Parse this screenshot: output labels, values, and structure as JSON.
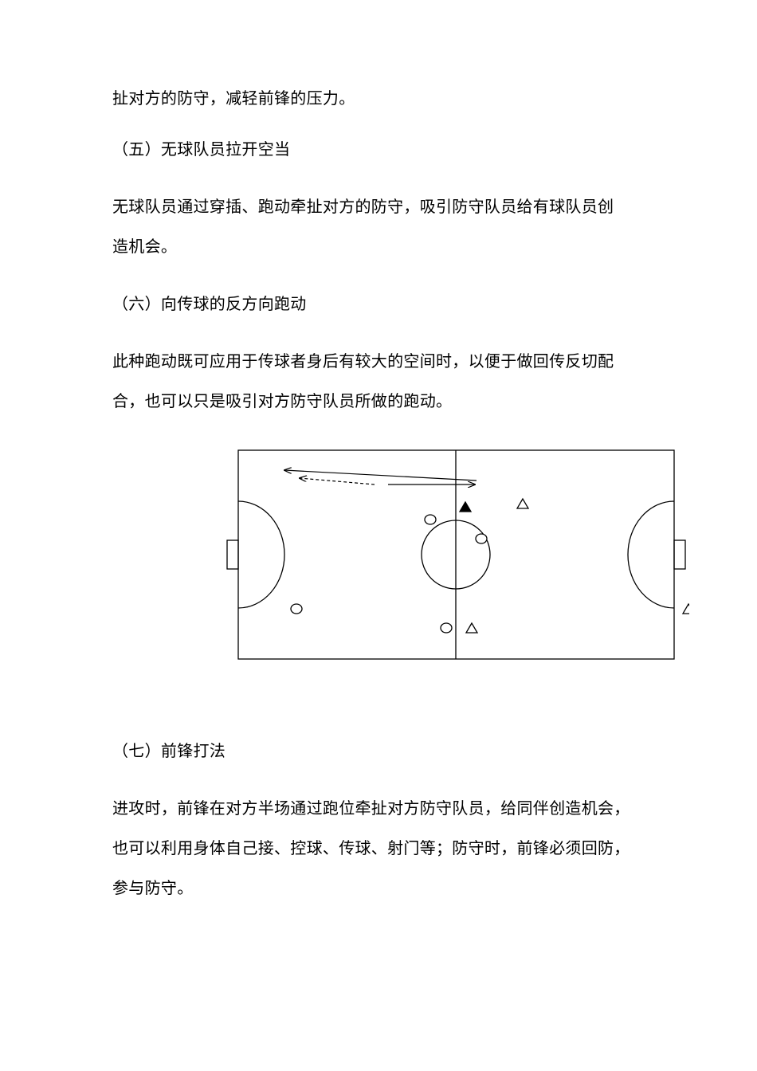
{
  "document": {
    "lines": [
      "扯对方的防守，减轻前锋的压力。",
      "（五）无球队员拉开空当",
      "无球队员通过穿插、跑动牵扯对方的防守，吸引防守队员给有球队员创",
      "造机会。",
      "（六）向传球的反方向跑动",
      "此种跑动既可应用于传球者身后有较大的空间时，以便于做回传反切配",
      "合，也可以只是吸引对方防守队员所做的跑动。",
      "（七）前锋打法",
      "进攻时，前锋在对方半场通过跑位牵扯对方防守队员，给同伴创造机会，",
      "也可以利用身体自己接、控球、传球、射门等；防守时，前锋必须回防，",
      "参与防守。"
    ]
  },
  "diagram": {
    "line_color": "#000000",
    "background": "#ffffff",
    "players": [
      {
        "team": "defender",
        "shape": "circle",
        "col": 22,
        "row": 45
      },
      {
        "team": "defender",
        "shape": "circle",
        "col": 64,
        "row": 17
      },
      {
        "team": "defender",
        "shape": "circle",
        "col": 80,
        "row": 23
      },
      {
        "team": "defender",
        "shape": "circle",
        "col": 69,
        "row": 51
      },
      {
        "team": "defender",
        "shape": "circle",
        "col": 83,
        "row": 76
      },
      {
        "team": "attacker",
        "shape": "triangle",
        "col": 77,
        "row": 51
      },
      {
        "team": "attacker",
        "shape": "triangle",
        "col": 93,
        "row": 12
      },
      {
        "team": "attacker",
        "shape": "triangle",
        "col": 119,
        "row": 77
      },
      {
        "team": "attacker",
        "shape": "triangle",
        "col": 145,
        "row": 45
      },
      {
        "team": "ball-carrier",
        "shape": "triangle-filled",
        "col": 75,
        "row": 13
      }
    ]
  }
}
